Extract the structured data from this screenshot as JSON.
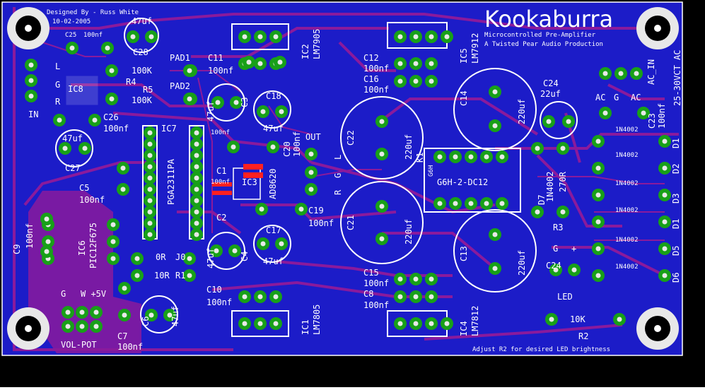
{
  "board": {
    "title": "Kookaburra",
    "subtitle1": "Microcontrolled Pre-Amplifier",
    "subtitle2": "A Twisted Pear Audio Production",
    "designer": "Designed By - Russ White",
    "date": "10-02-2005",
    "note": "Adjust R2 for desired LED brightness",
    "ac_in": "AC_IN",
    "ac_rating": "25-30VCT AC"
  },
  "labels": {
    "c25": "C25",
    "c25v": "100nf",
    "c28": "C28",
    "c28v": "47uf",
    "pad1": "PAD1",
    "pad2": "PAD2",
    "r4": "R4",
    "r4v": "100K",
    "r5": "R5",
    "r5v": "100K",
    "ic8": "IC8",
    "in": "IN",
    "l": "L",
    "g": "G",
    "r": "R",
    "c26": "C26",
    "c26v": "100nf",
    "c27": "C27",
    "c27v": "47uf",
    "ic7": "IC7",
    "ic7p": "PGA2311PA",
    "c5": "C5",
    "c5v": "100nf",
    "c9": "C9",
    "c9v": "100nf",
    "ic6": "IC6",
    "ic6p": "PIC12F675",
    "r0": "0R",
    "j0": "J0",
    "r1": "R1",
    "r1v": "10R",
    "gnd": "G",
    "w5v": "W +5V",
    "volpot": "VOL-POT",
    "c7": "C7",
    "c7v": "100nf",
    "c6": "C6",
    "c6v": "47uf",
    "c11": "C11",
    "c11v": "100nf",
    "ic2": "IC2",
    "ic2p": "LM7905",
    "c3": "C3",
    "c3v": "47uf",
    "c18": "C18",
    "c18v": "47uf",
    "c1": "C1",
    "c2": "C2",
    "c1v": "100nf",
    "c2v": "100nf",
    "ic3": "IC3",
    "ic3p": "AD8620",
    "c20": "C20",
    "c20v": "100nf",
    "out": "OUT",
    "c19": "C19",
    "c19v": "100nf",
    "c4": "C4",
    "c4v": "47uf",
    "c17": "C17",
    "c17v": "47uf",
    "c10": "C10",
    "c10v": "100nf",
    "ic1": "IC1",
    "ic1p": "LM7805",
    "c12": "C12",
    "c12v": "100nf",
    "c16": "C16",
    "c16v": "100nf",
    "ic5": "IC5",
    "ic5p": "LM7912",
    "c22": "C22",
    "c22v": "220uf",
    "c21": "C21",
    "c21v": "220uf",
    "c15": "C15",
    "c15v": "100nf",
    "c8": "C8",
    "c8v": "100nf",
    "ic4": "IC4",
    "ic4p": "LM7812",
    "c14": "C14",
    "c14v": "220uf",
    "c13": "C13",
    "c13v": "220uf",
    "c24": "C24",
    "c24v": "22uf",
    "k1": "K1",
    "relay": "G6H-2-DC12",
    "g6h": "G6H",
    "d7": "D7",
    "d7p": "1N4002",
    "r3": "R3",
    "r3v": "270R",
    "ac": "AC",
    "c23": "C23",
    "c23v": "100nf",
    "d1": "D1",
    "d2": "D2",
    "d3": "D3",
    "d4": "D1",
    "d5": "D5",
    "d6": "D6",
    "dpart": "1N4002",
    "ledg": "G",
    "ledp": "+",
    "c24b": "C24",
    "led": "LED",
    "r2": "R2",
    "r2v": "10K",
    "rgl_r": "R",
    "rgl_g": "G",
    "rgl_l": "L"
  },
  "colors": {
    "board": "#1c1cc8",
    "trace": "#8a1a9c",
    "pad": "#18a018",
    "silk": "#ffffff",
    "red": "#ff2020"
  }
}
